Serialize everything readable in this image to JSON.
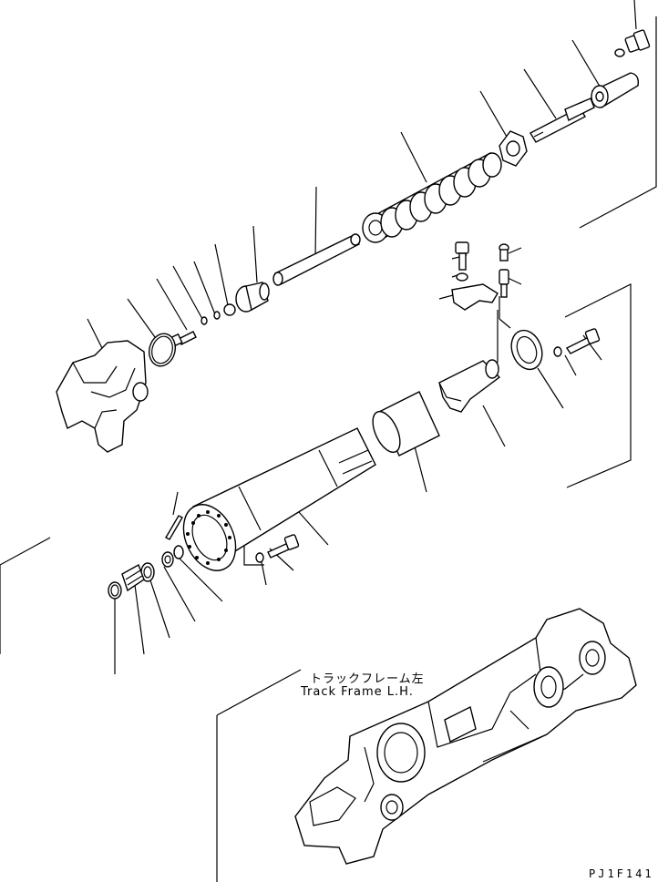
{
  "diagram": {
    "caption_jp": "トラックフレーム左",
    "caption_en": "Track Frame L.H.",
    "drawing_code": "PJ1F141"
  }
}
